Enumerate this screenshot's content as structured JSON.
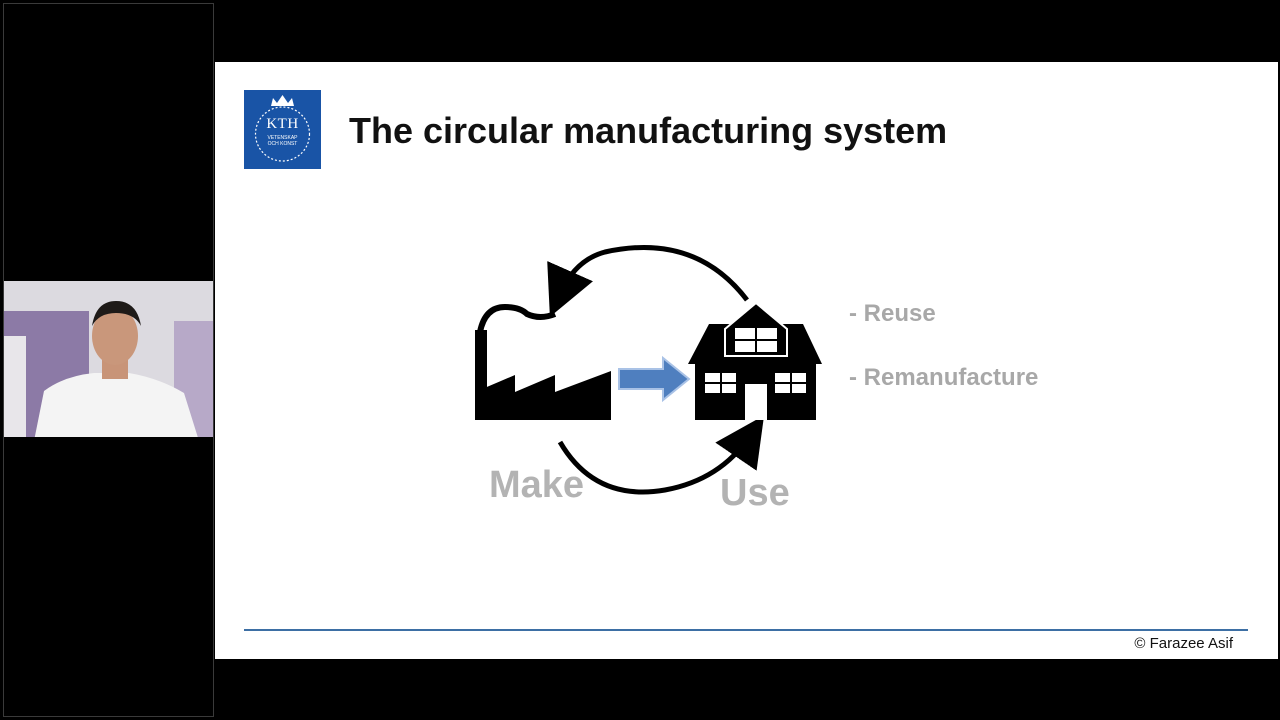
{
  "slide": {
    "title": "The circular manufacturing system",
    "logo": {
      "text": "KTH",
      "subtext_line1": "VETENSKAP",
      "subtext_line2": "OCH KONST",
      "color": "#1954a6"
    },
    "labels": {
      "make": "Make",
      "use": "Use"
    },
    "bullets": [
      "- Reuse",
      "- Remanufacture"
    ],
    "copyright": "© Farazee Asif"
  },
  "colors": {
    "slide_background": "#ffffff",
    "label_gray": "#b3b3b3",
    "arrow_blue": "#4f7fbf",
    "footer_line": "#3d6fa4"
  },
  "icons": {
    "factory": "factory-icon",
    "house": "house-icon",
    "arrow": "right-arrow-icon"
  }
}
